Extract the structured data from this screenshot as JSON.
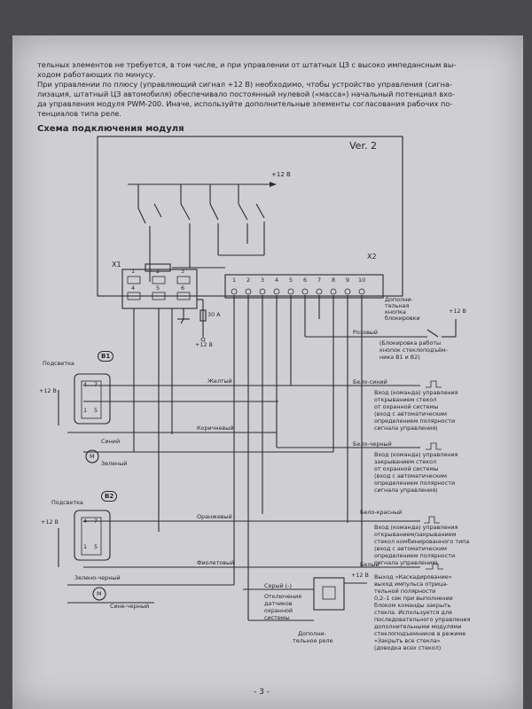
{
  "intro": {
    "line1": "тельных элементов не требуется, в том числе, и при управлении от штатных ЦЗ с высоко импедансным вы-",
    "line2": "ходом работающих по минусу.",
    "line3": "При управлении по плюсу (управляющий сигнал +12 В) необходимо, чтобы устройство управления (сигна-",
    "line4": "лизация, штатный ЦЗ автомобиля) обеспечивало постоянный нулевой («масса») начальный потенциал вхо-",
    "line5": "да управления модуля PWM-200. Иначе, используйте дополнительные элементы согласования рабочих по-",
    "line6": "тенциалов типа реле."
  },
  "section_title": "Схема подключения модуля",
  "version": "Ver. 2",
  "connectors": {
    "x1": "X1",
    "x2": "X2",
    "x1_pins": [
      "1",
      "2",
      "3",
      "4",
      "5",
      "6"
    ],
    "x2_pins": [
      "1",
      "2",
      "3",
      "4",
      "5",
      "6",
      "7",
      "8",
      "9",
      "10"
    ]
  },
  "power": {
    "plus12_top": "+12 В",
    "fuse": "30 А",
    "plus12_fuse": "+12 В",
    "plus12_block": "+12 В",
    "plus12_relay": "+12 В"
  },
  "block_button": {
    "label": [
      "Дополни-",
      "тельная",
      "кнопка",
      "блокировки"
    ],
    "wire": "Розовый",
    "note": [
      "(Блокировка работы",
      "кнопок стеклоподъём-",
      "ника В1 и В2)"
    ]
  },
  "b1": {
    "name": "В1",
    "backlight": "Подсветка",
    "plus12": "+12 В",
    "motor": "М",
    "pins": [
      "4",
      "7",
      "1",
      "5"
    ]
  },
  "b2": {
    "name": "В2",
    "backlight": "Подсветка",
    "plus12": "+12 В",
    "motor": "М",
    "pins": [
      "4",
      "7",
      "1",
      "5"
    ]
  },
  "wires": {
    "yellow": "Желтый",
    "white_blue": "Бело-синий",
    "brown": "Коричневый",
    "blue": "Синий",
    "green": "Зеленый",
    "white_black": "Бело-черный",
    "orange": "Оранжевый",
    "white_red": "Бело-красный",
    "violet": "Фиолетовый",
    "white": "Белый",
    "green_black": "Зелено-черный",
    "blue_black": "Сине-черный",
    "gray": "Серый (-)"
  },
  "notes": {
    "open": [
      "Вход (команда) управления",
      "открыванием стекол",
      "от охранной системы",
      "(вход с автоматическим",
      "определением полярности",
      "сигнала управления)"
    ],
    "close": [
      "Вход (команда) управления",
      "закрыванием стекол",
      "от охранной системы",
      "(вход с автоматическим",
      "определением полярности",
      "сигнала управления)"
    ],
    "combined": [
      "Вход (команда) управления",
      "открыванием/закрыванием",
      "стекол комбинированного типа",
      "(вход с автоматическим",
      "определением полярности",
      "сигнала управления)"
    ],
    "cascade": [
      "Выход «Каскадирование»",
      "выход импульса отрица-",
      "тельной полярности",
      "0,2–1 сек при выполнении",
      "блоком команды закрыть",
      "стекла. Используется для",
      "последовательного управления",
      "дополнительными модулями",
      "стеклоподъемников в режиме",
      "«Закрыть все стекла»",
      "(доводка всех стекол)"
    ],
    "sensors": [
      "Отключения",
      "датчиков",
      "охранной",
      "системы"
    ],
    "relay": [
      "Дополни-",
      "тельное реле"
    ]
  },
  "page_number": "- 3 -"
}
